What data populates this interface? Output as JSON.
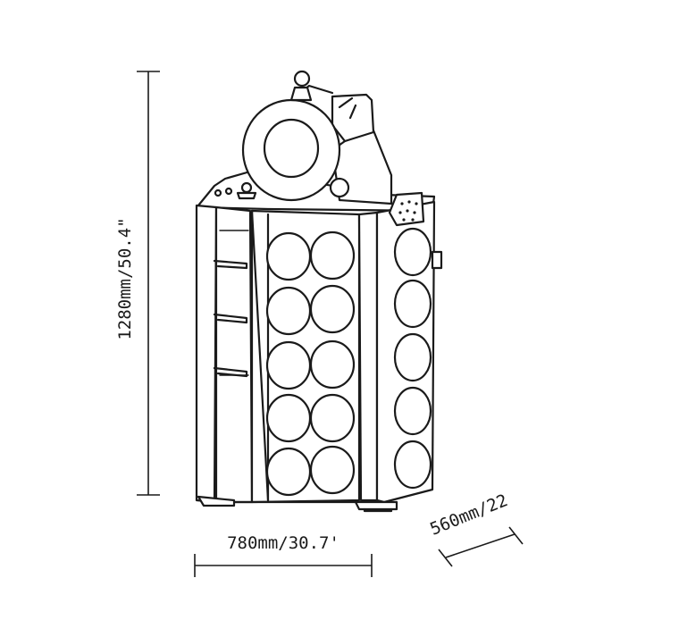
{
  "dimensions": {
    "height_label": "1280mm/50.4\"",
    "width_label": "780mm/30.7'",
    "depth_label": "560mm/22"
  }
}
